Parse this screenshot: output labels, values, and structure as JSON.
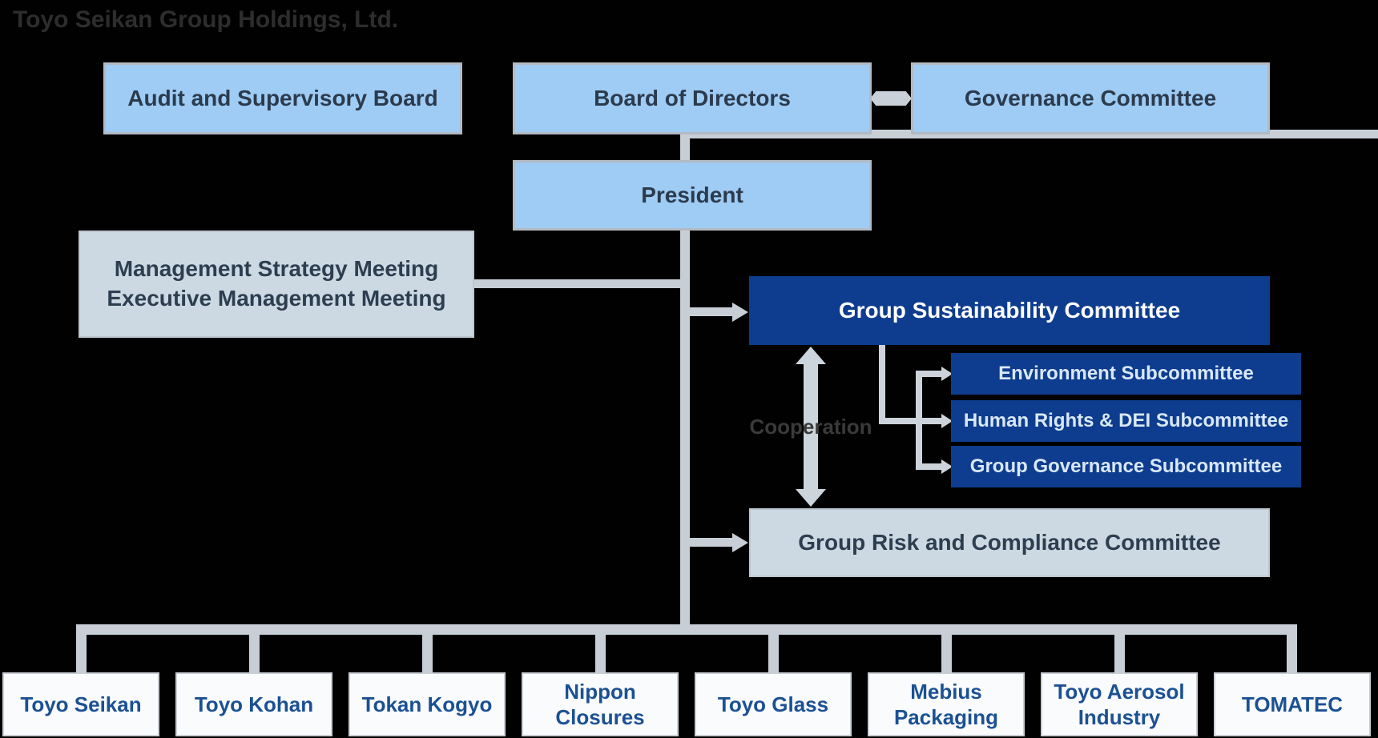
{
  "title": "Toyo Seikan Group Holdings, Ltd.",
  "colors": {
    "background": "#010101",
    "light_blue_box": "#9fccf4",
    "dark_blue_box": "#0e3c8e",
    "gray_box": "#cdd9e2",
    "subsidiary_box": "#fafbfc",
    "connector_gray": "#c7ced6",
    "box_text_dark": "#2b3b4d",
    "subsidiary_text_blue": "#1b5193",
    "faint_title_text": "#2d2d2d"
  },
  "nodes": {
    "audit": "Audit and Supervisory Board",
    "board": "Board of Directors",
    "governance": "Governance Committee",
    "president": "President",
    "management_line1": "Management Strategy Meeting",
    "management_line2": "Executive Management Meeting",
    "sustainability": "Group Sustainability Committee",
    "subcommittees": [
      "Environment Subcommittee",
      "Human Rights & DEI Subcommittee",
      "Group Governance Subcommittee"
    ],
    "risk": "Group Risk and Compliance Committee",
    "cooperation_label": "Cooperation"
  },
  "subsidiaries": [
    "Toyo Seikan",
    "Toyo Kohan",
    "Tokan Kogyo",
    "Nippon Closures",
    "Toyo Glass",
    "Mebius Packaging",
    "Toyo Aerosol Industry",
    "TOMATEC"
  ]
}
